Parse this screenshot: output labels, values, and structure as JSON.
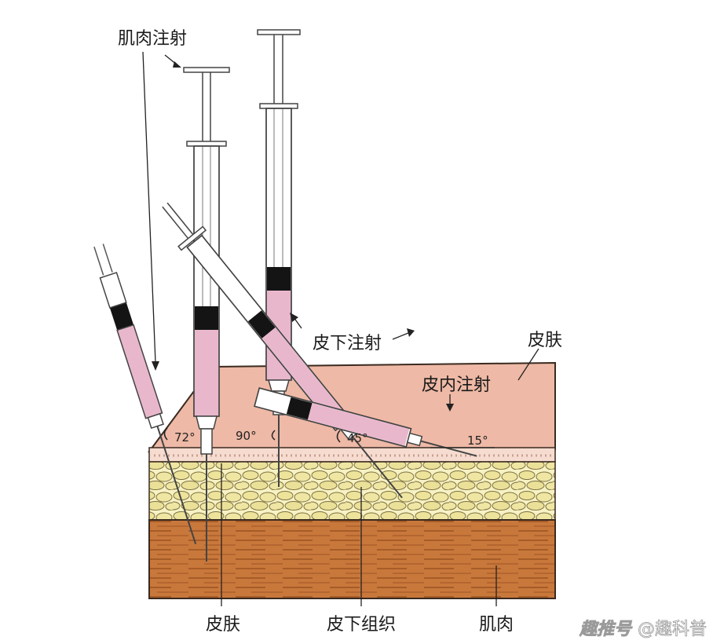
{
  "labels": {
    "intramuscular": "肌肉注射",
    "subcutaneous": "皮下注射",
    "skin_top": "皮肤",
    "intradermal": "皮内注射",
    "skin_bottom": "皮肤",
    "subcutaneous_tissue": "皮下组织",
    "muscle": "肌肉"
  },
  "angles": {
    "a72": "72°",
    "a90": "90°",
    "a45": "45°",
    "a15": "15°"
  },
  "watermark": {
    "logo": "趣推号",
    "handle": "@趣科普"
  },
  "colors": {
    "skin_surface": "#eeb9a6",
    "dermis_layer": "#f6dcd0",
    "fat_layer": "#f4f0b8",
    "fat_cell": "#eee5a0",
    "muscle": "#c9783c",
    "medicine": "#e9b7cc",
    "plunger_seal": "#141414"
  }
}
